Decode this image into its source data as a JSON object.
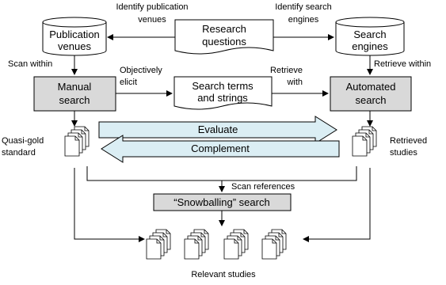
{
  "nodes": {
    "research_questions": [
      "Research",
      "questions"
    ],
    "publication_venues": [
      "Publication",
      "venues"
    ],
    "search_engines": [
      "Search",
      "engines"
    ],
    "manual_search": [
      "Manual",
      "search"
    ],
    "search_terms": [
      "Search terms",
      "and strings"
    ],
    "automated_search": [
      "Automated",
      "search"
    ],
    "evaluate": "Evaluate",
    "complement": "Complement",
    "snowballing": "“Snowballing” search",
    "quasi_gold": [
      "Quasi-gold",
      "standard"
    ],
    "retrieved_studies": [
      "Retrieved",
      "studies"
    ],
    "relevant_studies": "Relevant studies"
  },
  "edges": {
    "identify_venues": [
      "Identify publication",
      "venues"
    ],
    "identify_engines": [
      "Identify search",
      "engines"
    ],
    "scan_within": "Scan within",
    "objectively_elicit": [
      "Objectively",
      "elicit"
    ],
    "retrieve_with": [
      "Retrieve",
      "with"
    ],
    "retrieve_within": "Retrieve within",
    "scan_references": "Scan references"
  },
  "colors": {
    "box_fill": "#d9d9d9",
    "band_fill": "#dbeef4",
    "stroke": "#000000"
  }
}
